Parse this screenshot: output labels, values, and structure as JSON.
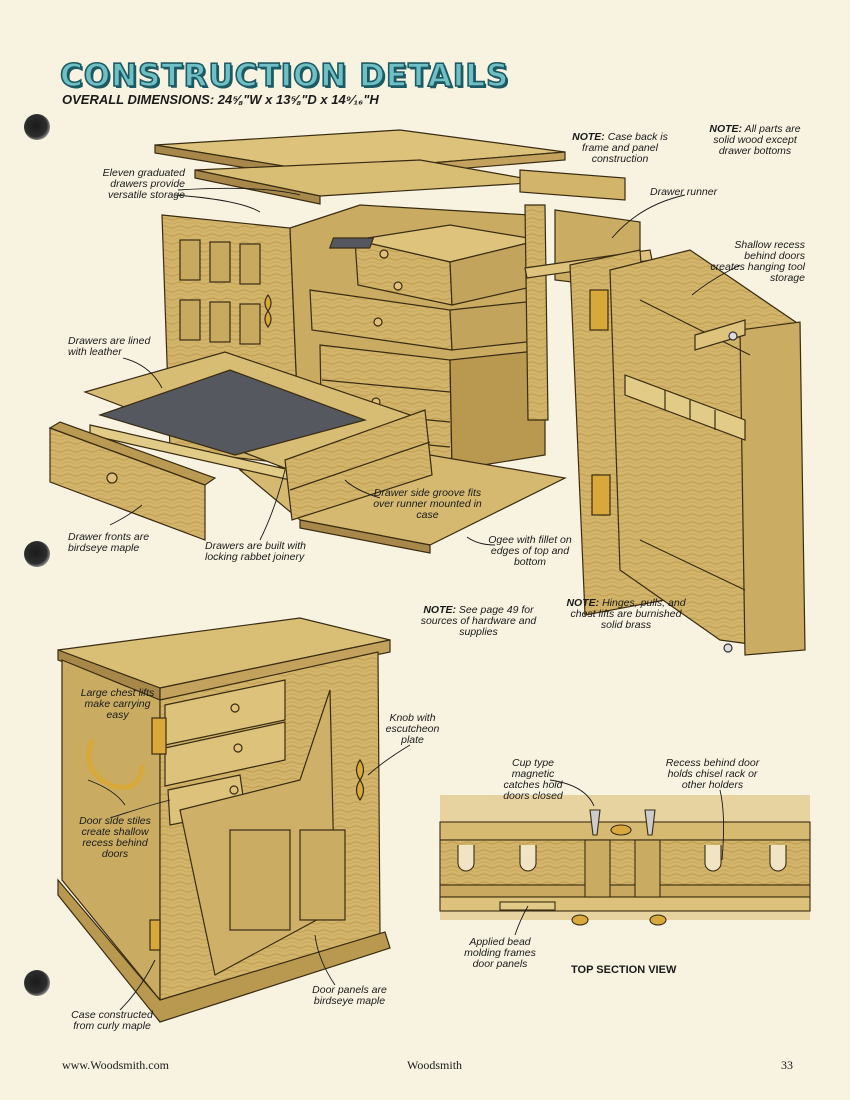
{
  "title": "CONSTRUCTION DETAILS",
  "dimensions": "OVERALL DIMENSIONS: 24⅝\"W x 13⅝\"D x 14⁹⁄₁₆\"H",
  "notes": {
    "case_back_label": "NOTE:",
    "case_back": "Case back is frame and panel construction",
    "solid_wood_label": "NOTE:",
    "solid_wood": "All parts are solid wood except drawer bottoms",
    "page49_label": "NOTE:",
    "page49": "See page 49 for sources of hardware and supplies",
    "hinges_label": "NOTE:",
    "hinges": "Hinges, pulls, and chest lifts are burnished solid brass"
  },
  "labels": {
    "eleven_drawers": "Eleven graduated drawers provide versatile storage",
    "drawer_runner": "Drawer runner",
    "shallow_recess": "Shallow recess behind doors creates hanging tool storage",
    "lined_leather": "Drawers are lined with leather",
    "drawer_fronts": "Drawer fronts are birdseye maple",
    "locking_rabbet": "Drawers are built with locking rabbet joinery",
    "side_groove": "Drawer side groove fits over runner mounted in case",
    "ogee": "Ogee with fillet on edges of top and bottom",
    "large_chest": "Large chest lifts make carrying easy",
    "knob": "Knob with escutcheon plate",
    "door_side": "Door side stiles create shallow recess behind doors",
    "case_curly": "Case constructed from curly maple",
    "door_panels": "Door panels are birdseye maple",
    "cup_type": "Cup type magnetic catches hold doors closed",
    "recess_behind": "Recess behind door holds chisel rack or other holders",
    "applied_bead": "Applied bead molding frames door panels",
    "top_section": "TOP SECTION VIEW"
  },
  "footer": {
    "url": "www.Woodsmith.com",
    "magazine": "Woodsmith",
    "page": "33"
  },
  "colors": {
    "paper": "#f8f2e0",
    "wood": "#d2b56a",
    "wood_dark": "#a8884a",
    "wood_light": "#e2cb86",
    "leather": "#55585f",
    "brass": "#d8a93a",
    "title_fill": "#6fc0c5",
    "title_stroke": "#1d5a63"
  }
}
